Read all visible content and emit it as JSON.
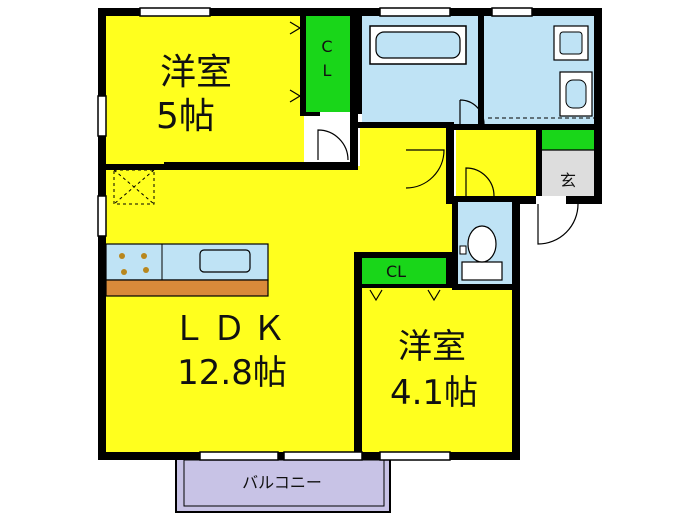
{
  "rooms": {
    "western1": {
      "name": "洋室",
      "size": "5帖"
    },
    "cl1": {
      "label": "C\nL"
    },
    "ldk": {
      "name": "ＬＤＫ",
      "size": "12.8帖"
    },
    "cl2": {
      "label": "CL"
    },
    "western2": {
      "name": "洋室",
      "size": "4.1帖"
    },
    "entrance": {
      "label": "玄"
    },
    "balcony": {
      "label": "バルコニー"
    }
  },
  "colors": {
    "room": "#ffff1e",
    "closet": "#19d619",
    "wet": "#bfe3f5",
    "balcony": "#c8c3e6",
    "counter": "#d98a3a",
    "entrance": "#dddddd",
    "wall": "#000000"
  }
}
